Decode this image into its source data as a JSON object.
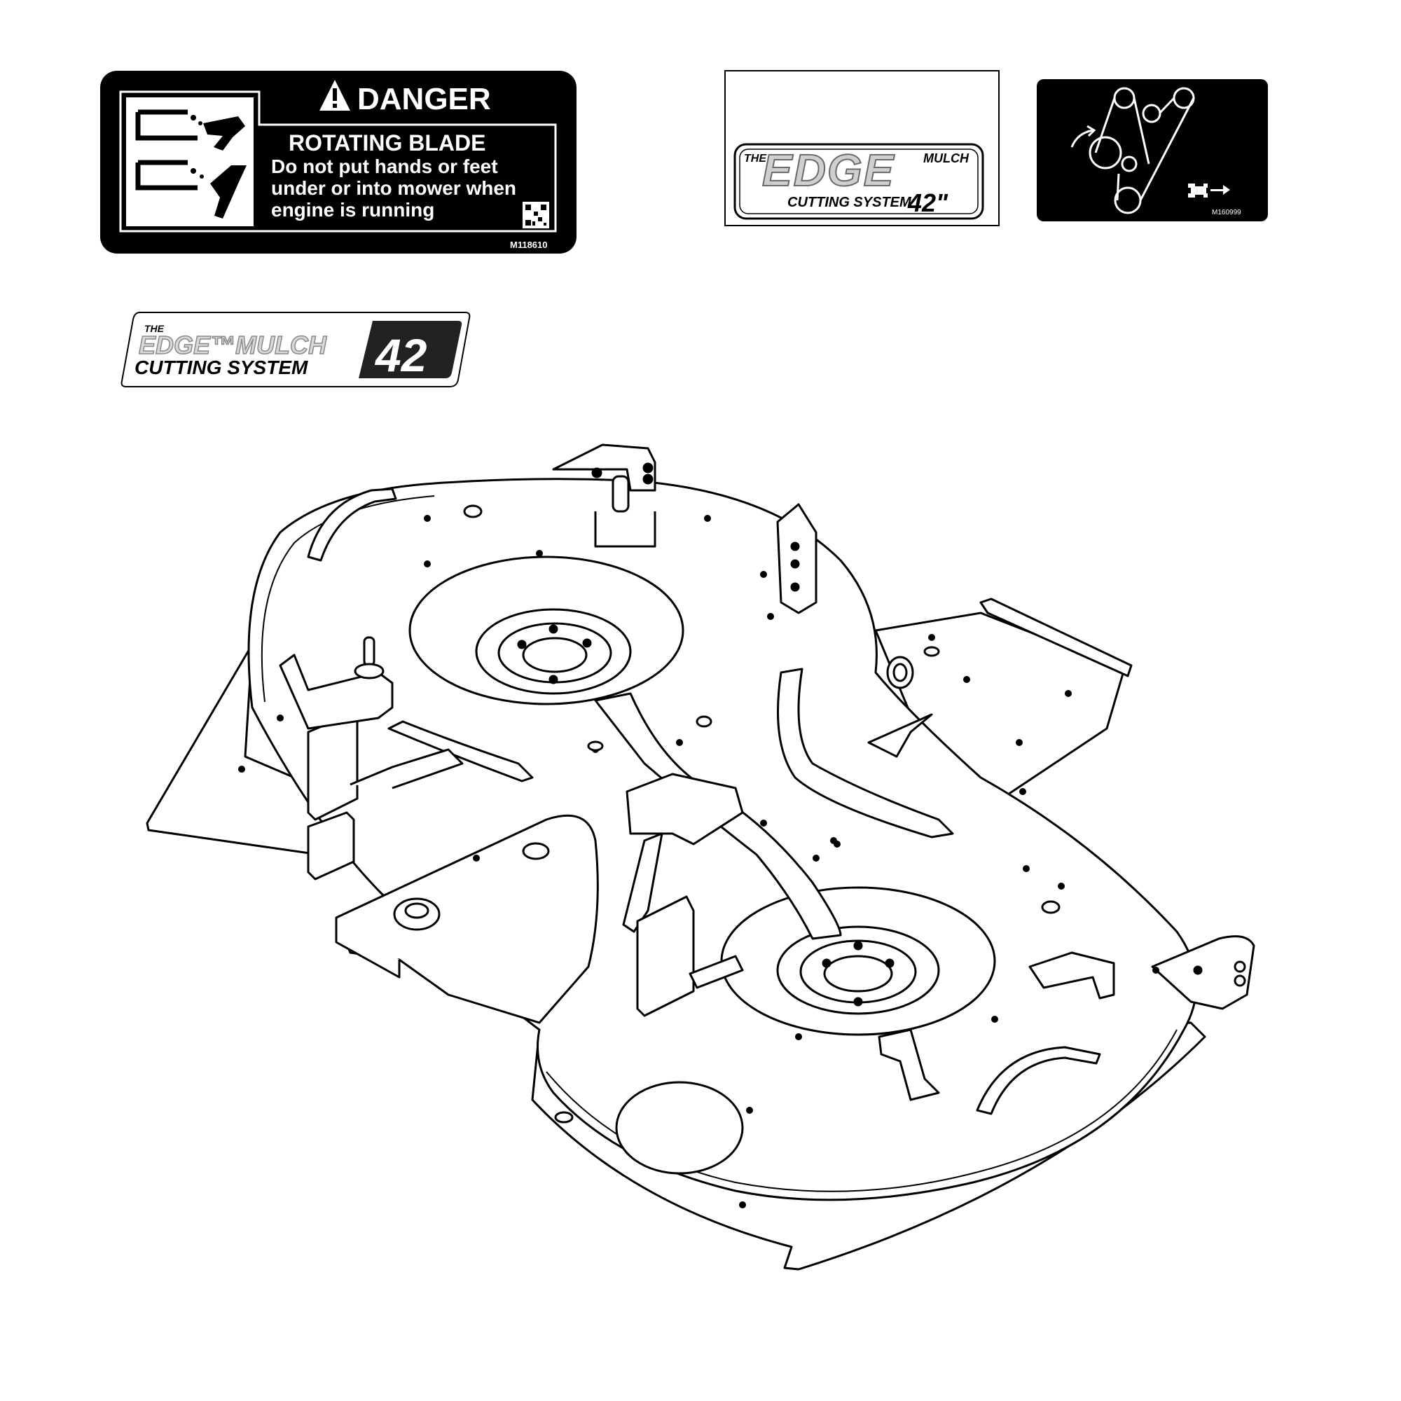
{
  "danger_label": {
    "header": "DANGER",
    "subheader": "ROTATING BLADE",
    "lines": [
      "Do not put hands or feet",
      "under or into mower when",
      "engine is running"
    ],
    "part_number": "M118610"
  },
  "edge_label_old": {
    "the": "THE",
    "edge": "EDGE",
    "mulch": "MULCH",
    "cutting_system": "CUTTING SYSTEM",
    "size": "42\""
  },
  "belt_label": {
    "part_number": "M160999"
  },
  "edge_label_new": {
    "the": "THE",
    "edge_mulch": "EDGE™MULCH",
    "cutting_system": "CUTTING SYSTEM",
    "size": "42"
  },
  "colors": {
    "ink": "#000000",
    "paper": "#ffffff",
    "gray": "#8a8a8a",
    "light_gray": "#cfcfcf"
  },
  "icons": [
    "warning-triangle-icon",
    "qr-code-icon",
    "belt-routing-icon",
    "tractor-direction-icon"
  ]
}
